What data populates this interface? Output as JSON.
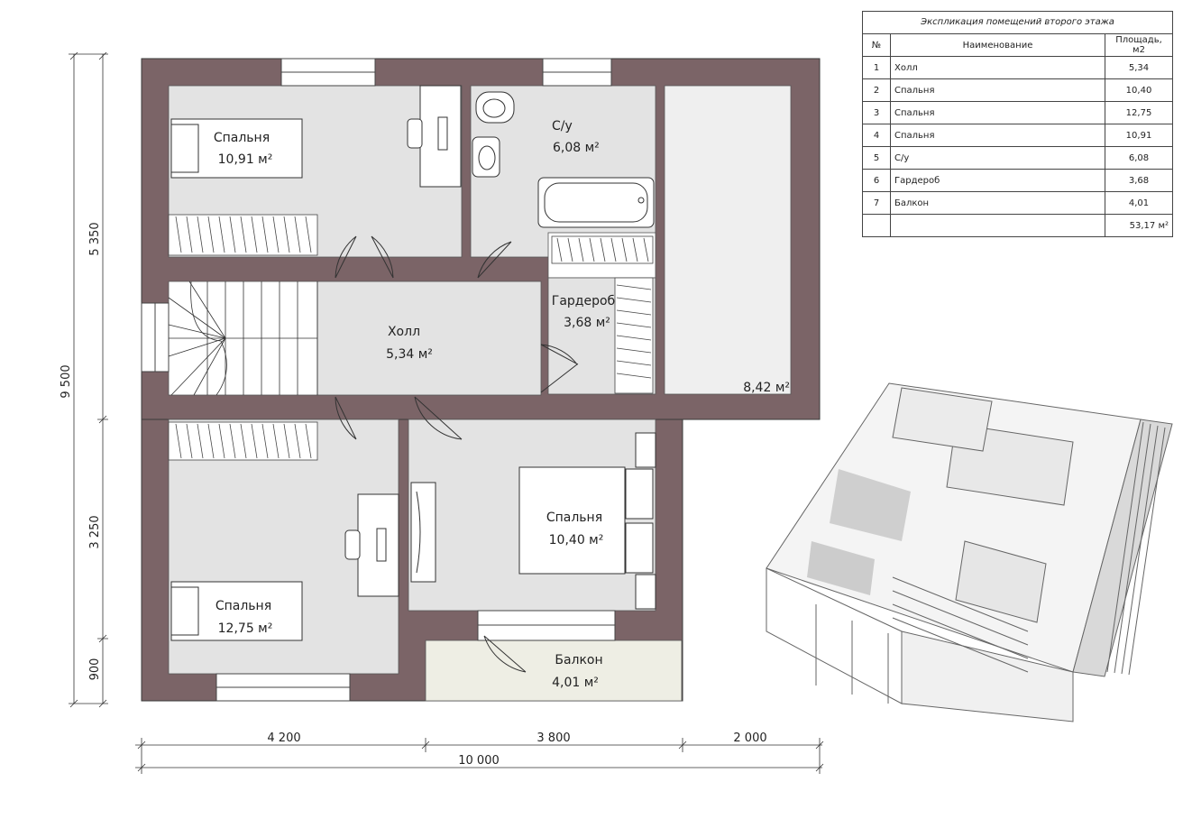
{
  "explication": {
    "title": "Экспликация помещений второго этажа",
    "headers": {
      "num": "№",
      "name": "Наименование",
      "area": "Площадь, м2"
    },
    "rows": [
      {
        "num": "1",
        "name": "Холл",
        "area": "5,34"
      },
      {
        "num": "2",
        "name": "Спальня",
        "area": "10,40"
      },
      {
        "num": "3",
        "name": "Спальня",
        "area": "12,75"
      },
      {
        "num": "4",
        "name": "Спальня",
        "area": "10,91"
      },
      {
        "num": "5",
        "name": "С/у",
        "area": "6,08"
      },
      {
        "num": "6",
        "name": "Гардероб",
        "area": "3,68"
      },
      {
        "num": "7",
        "name": "Балкон",
        "area": "4,01"
      }
    ],
    "total": "53,17 м²"
  },
  "rooms": {
    "bedroom_top": {
      "name": "Спальня",
      "area": "10,91 м²"
    },
    "bathroom": {
      "name": "С/у",
      "area": "6,08 м²"
    },
    "void": {
      "area": "8,42 м²"
    },
    "hall": {
      "name": "Холл",
      "area": "5,34 м²"
    },
    "wardrobe": {
      "name": "Гардероб",
      "area": "3,68 м²"
    },
    "bedroom_mid": {
      "name": "Спальня",
      "area": "10,40 м²"
    },
    "bedroom_bottom": {
      "name": "Спальня",
      "area": "12,75 м²"
    },
    "balcony": {
      "name": "Балкон",
      "area": "4,01 м²"
    }
  },
  "dimensions": {
    "left_total": "9 500",
    "left_top": "5 350",
    "left_mid": "3 250",
    "left_bottom": "900",
    "bottom_a": "4 200",
    "bottom_b": "3 800",
    "bottom_c": "2 000",
    "bottom_total": "10 000"
  },
  "colors": {
    "wall": "#7b6467",
    "room": "#e3e3e3",
    "balcony": "#eeeee4",
    "line": "#333333"
  }
}
